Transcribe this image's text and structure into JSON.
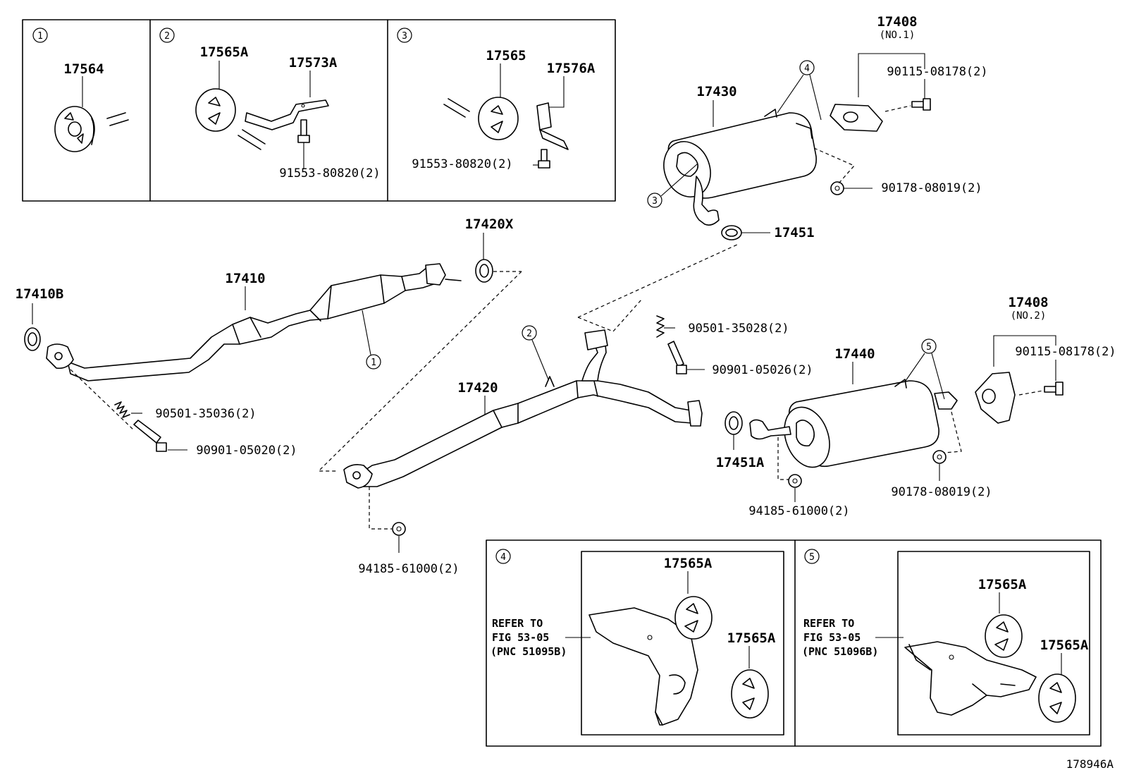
{
  "inset_boxes": {
    "i1": {
      "callout": "1",
      "part": "17564"
    },
    "i2": {
      "callout": "2",
      "parts": [
        "17565A",
        "17573A"
      ],
      "bolt": "91553-80820(2)"
    },
    "i3": {
      "callout": "3",
      "parts": [
        "17565",
        "17576A"
      ],
      "bolt": "91553-80820(2)"
    }
  },
  "muffler_rear": {
    "part": "17430",
    "callout_4": "4",
    "callout_3": "3",
    "gasket": "17451",
    "nut": "90178-08019(2)",
    "bracket": "17408",
    "bracket_sub": "(NO.1)",
    "bolt": "90115-08178(2)"
  },
  "front_pipe": {
    "part": "17410",
    "gasket_front": "17410B",
    "gasket_rear": "17420X",
    "callout_1": "1",
    "spring": "90501-35036(2)",
    "bolt": "90901-05020(2)"
  },
  "center_pipe": {
    "part": "17420",
    "callout_2": "2",
    "spring": "90501-35028(2)",
    "bolt": "90901-05026(2)",
    "nut": "94185-61000(2)"
  },
  "muffler_right": {
    "part": "17440",
    "callout_5": "5",
    "gasket": "17451A",
    "nut_left": "94185-61000(2)",
    "nut_right": "90178-08019(2)",
    "bracket": "17408",
    "bracket_sub": "(NO.2)",
    "bolt": "90115-08178(2)"
  },
  "detail_4": {
    "callout": "4",
    "refer_line1": "REFER TO",
    "refer_line2": "FIG 53-05",
    "refer_line3": "(PNC 51095B)",
    "hanger_a": "17565A",
    "hanger_b": "17565A"
  },
  "detail_5": {
    "callout": "5",
    "refer_line1": "REFER TO",
    "refer_line2": "FIG 53-05",
    "refer_line3": "(PNC 51096B)",
    "hanger_a": "17565A",
    "hanger_b": "17565A"
  },
  "figure_id": "178946A"
}
